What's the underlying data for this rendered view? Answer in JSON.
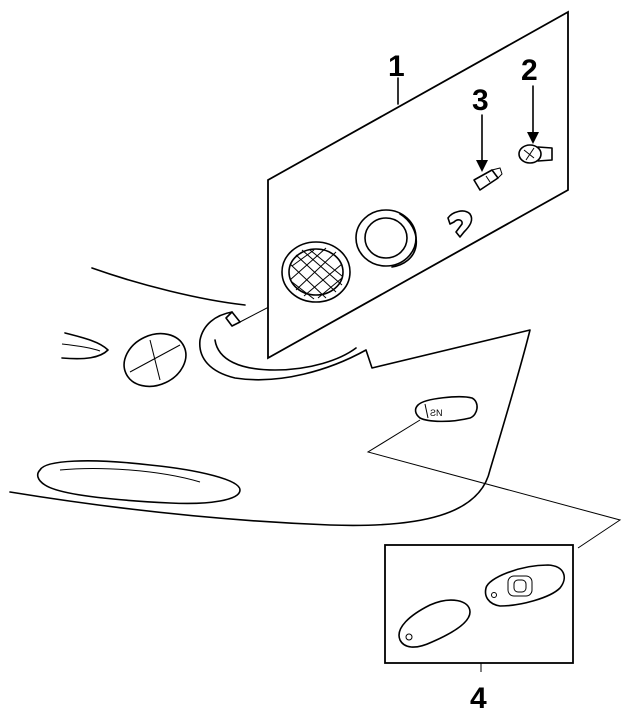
{
  "callouts": {
    "c1": "1",
    "c2": "2",
    "c3": "3",
    "c4": "4"
  },
  "parts": {
    "c1": "side-marker-lamp-assembly",
    "c2": "bulb-socket",
    "c3": "bulb",
    "c4": "side-repeater-lamp"
  },
  "colors": {
    "line": "#000000",
    "background": "#ffffff"
  }
}
